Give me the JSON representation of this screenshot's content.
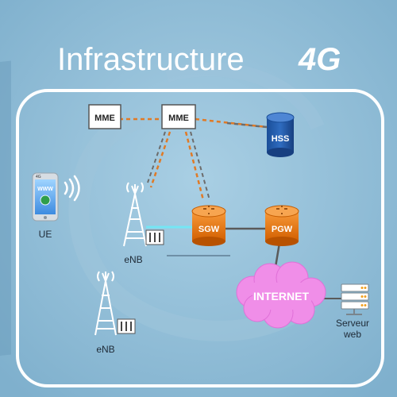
{
  "title": {
    "main": "Infrastructure",
    "accent": "4G"
  },
  "nodes": {
    "mme_1": "MME",
    "mme_2": "MME",
    "hss": "HSS",
    "sgw": "SGW",
    "pgw": "PGW",
    "internet": "INTERNET",
    "ue": "UE",
    "enb_1": "eNB",
    "enb_2": "eNB",
    "server_line1": "Serveur",
    "server_line2": "web"
  },
  "phone": {
    "carrier": "4G",
    "screen_text": "WWW"
  },
  "colors": {
    "background": "#8ab8d4",
    "panel_border": "#ffffff",
    "title_text": "#ffffff",
    "gateway_fill": "#e8720c",
    "hss_fill": "#1c56a2",
    "internet_fill": "#f08ee8",
    "internet_text": "#ffffff",
    "control_link": "#e07a26",
    "s6a_link": "#6c6c6c",
    "s1u_link": "#74e6f4",
    "gateway_link": "#5a5a5a"
  },
  "icons": {
    "phone": "smartphone-icon",
    "wifi": "wireless-signal-icon",
    "tower": "cell-tower-icon",
    "hardware": "base-station-hardware-icon",
    "gateway": "router-gateway-icon",
    "database": "database-cylinder-icon",
    "cloud": "cloud-icon",
    "server": "server-rack-icon"
  }
}
